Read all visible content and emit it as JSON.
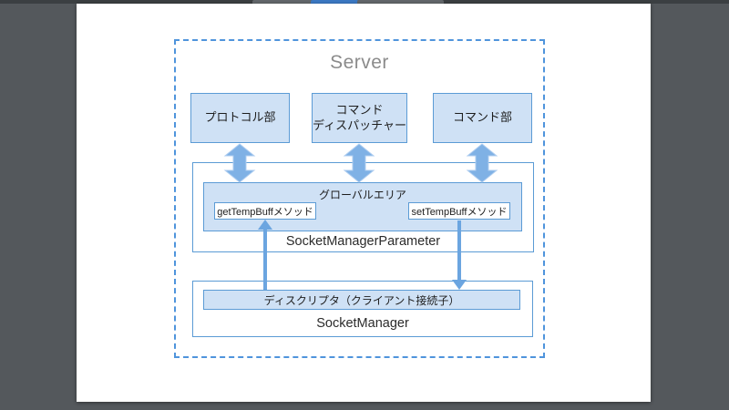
{
  "chrome": {
    "bar_color": "#3b3f42",
    "tab_gray": "#63676b",
    "tab_accent_blue": "#3b78c4"
  },
  "diagram": {
    "title": "Server",
    "top_components": [
      {
        "label": "プロトコル部"
      },
      {
        "label": "コマンド\nディスパッチャー"
      },
      {
        "label": "コマンド部"
      }
    ],
    "parameter_group": {
      "label": "SocketManagerParameter",
      "global_area": {
        "label": "グローバルエリア",
        "methods": [
          {
            "label": "getTempBuffメソッド"
          },
          {
            "label": "setTempBuffメソッド"
          }
        ]
      }
    },
    "manager_group": {
      "label": "SocketManager",
      "descriptor": {
        "label": "ディスクリプタ（クライアント接続子）"
      }
    },
    "arrows": {
      "bidirectional_count": 3,
      "up_arrow": "descriptor-to-getTempBuff",
      "down_arrow": "setTempBuff-to-descriptor"
    },
    "colors": {
      "box_fill": "#cfe1f5",
      "box_border": "#5b9bd5",
      "thick_arrow": "#7fb1e5",
      "thin_arrow": "#5b9bd5",
      "dashed_border": "#4f94dc",
      "title_gray": "#8b8b8b",
      "page_bg": "#ffffff",
      "surround_bg": "#54585c"
    }
  }
}
